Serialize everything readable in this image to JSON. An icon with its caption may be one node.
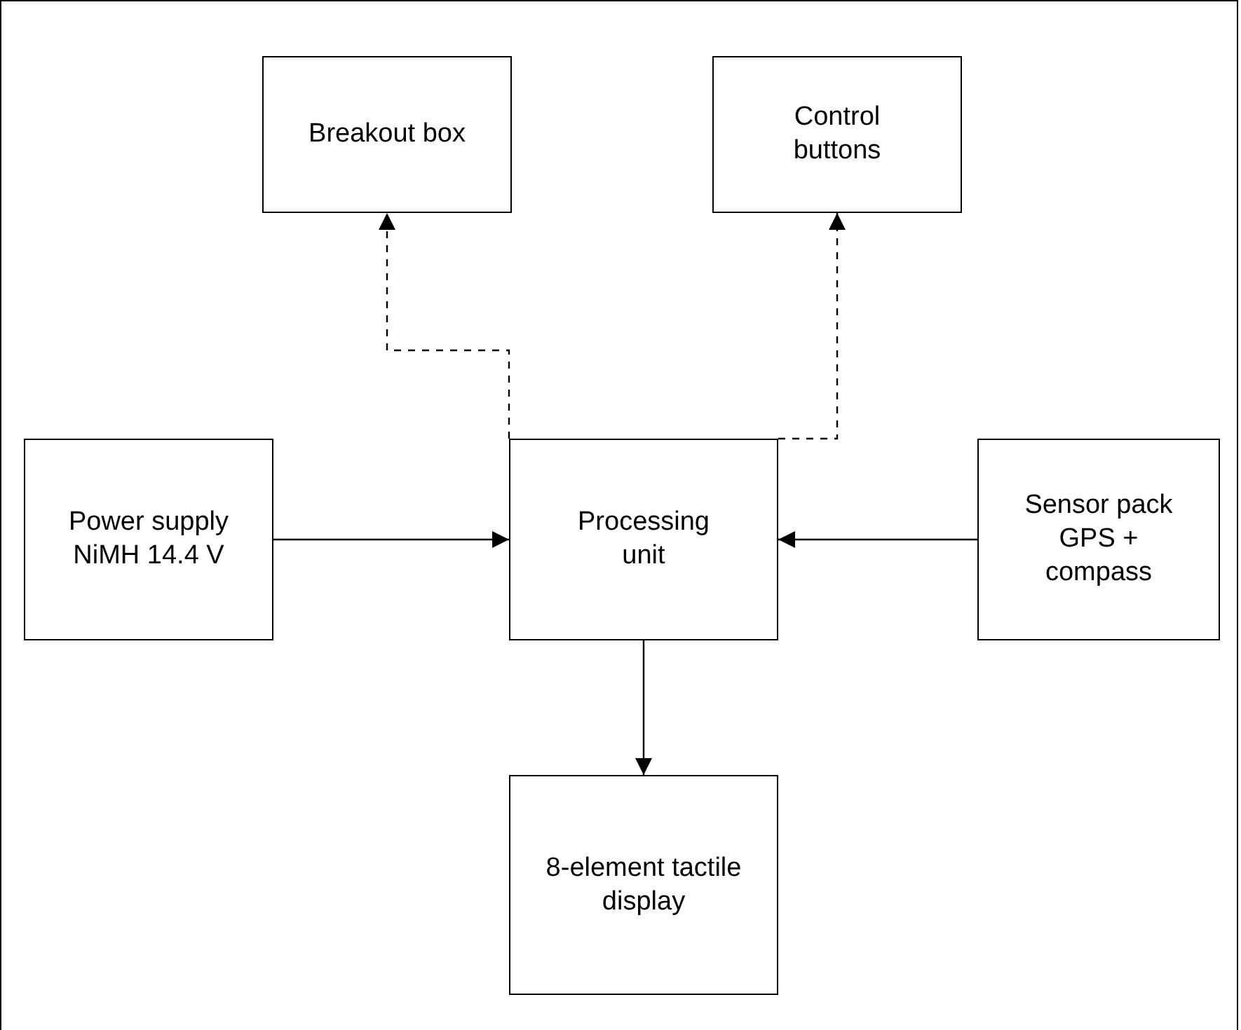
{
  "diagram": {
    "nodes": [
      {
        "text": [
          "Breakout box"
        ]
      },
      {
        "text": [
          "Control buttons"
        ]
      },
      {
        "text": [
          "Power supply",
          "NiMH 14.4 V"
        ]
      },
      {
        "text": [
          "Processing unit"
        ]
      },
      {
        "text": [
          "Sensor pack",
          "GPS + compass"
        ]
      },
      {
        "text": [
          "8-element tactile display"
        ]
      }
    ],
    "edges": [
      {
        "from": 3,
        "to": 0,
        "arrow": "to",
        "style": "dashed"
      },
      {
        "from": 3,
        "to": 1,
        "arrow": "to",
        "style": "dashed"
      },
      {
        "from": 2,
        "to": 3,
        "arrow": "to"
      },
      {
        "from": 4,
        "to": 3,
        "arrow": "to"
      },
      {
        "from": 3,
        "to": 5,
        "arrow": "to"
      }
    ]
  }
}
